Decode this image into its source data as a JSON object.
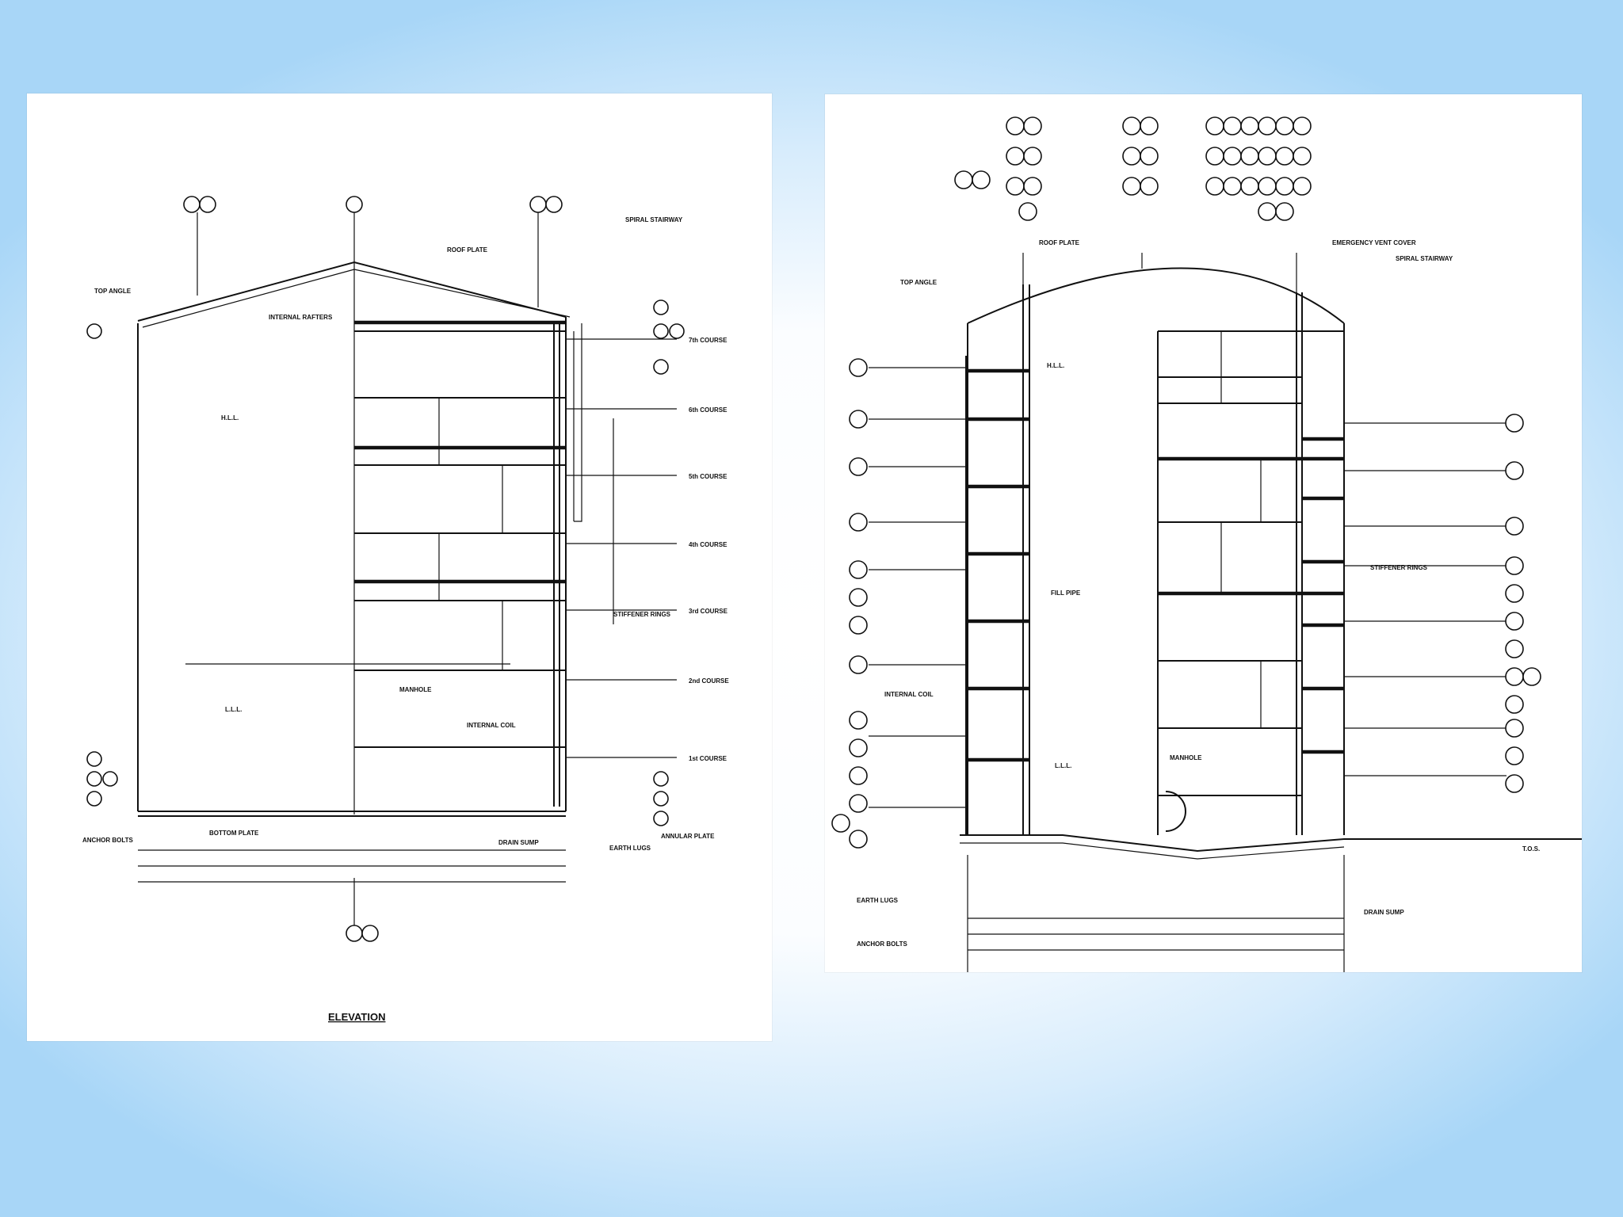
{
  "left_drawing": {
    "title": "ELEVATION",
    "course_labels": [
      "7th COURSE",
      "6th COURSE",
      "5th COURSE",
      "4th COURSE",
      "3rd COURSE",
      "2nd COURSE",
      "1st COURSE"
    ],
    "notes": {
      "top_angle": "TOP ANGLE",
      "spiral_stairway": "SPIRAL STAIRWAY",
      "roof_plate": "ROOF PLATE",
      "internal_rafters": "INTERNAL RAFTERS",
      "stiffener_rings": "STIFFENER RINGS",
      "manhole": "MANHOLE",
      "internal_coil": "INTERNAL COIL",
      "bottom_plate": "BOTTOM PLATE",
      "annular_plate": "ANNULAR PLATE",
      "earth_lugs": "EARTH LUGS",
      "drain_sump": "DRAIN SUMP",
      "anchor_bolts": "ANCHOR BOLTS",
      "hll": "H.L.L.",
      "lll": "L.L.L."
    }
  },
  "right_drawing": {
    "notes": {
      "roof_plate": "ROOF PLATE",
      "emergency_vent": "EMERGENCY VENT COVER",
      "spiral_stairway": "SPIRAL STAIRWAY",
      "top_angle": "TOP ANGLE",
      "hll": "H.L.L.",
      "lll": "L.L.L.",
      "fill_pipe": "FILL PIPE",
      "stiffener_rings": "STIFFENER RINGS",
      "internal_coil": "INTERNAL COIL",
      "manhole": "MANHOLE",
      "earth_lugs": "EARTH LUGS",
      "anchor_bolts": "ANCHOR BOLTS",
      "drain_sump": "DRAIN SUMP",
      "tos": "T.O.S."
    }
  }
}
